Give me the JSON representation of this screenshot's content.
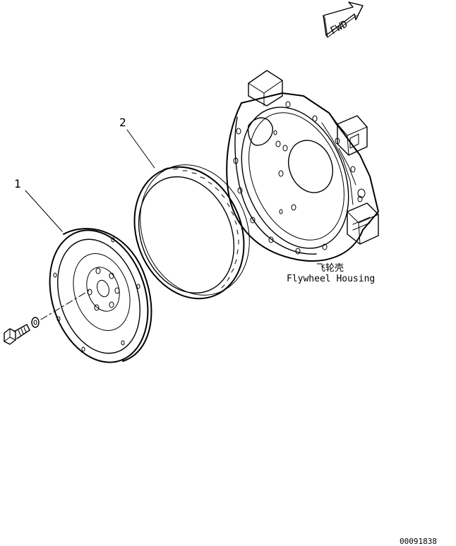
{
  "fwd_label": "FWD",
  "callouts": [
    {
      "number": "1"
    },
    {
      "number": "2"
    }
  ],
  "housing_label": {
    "chinese": "飞轮壳",
    "english": "Flywheel Housing"
  },
  "drawing_number": "00091838"
}
